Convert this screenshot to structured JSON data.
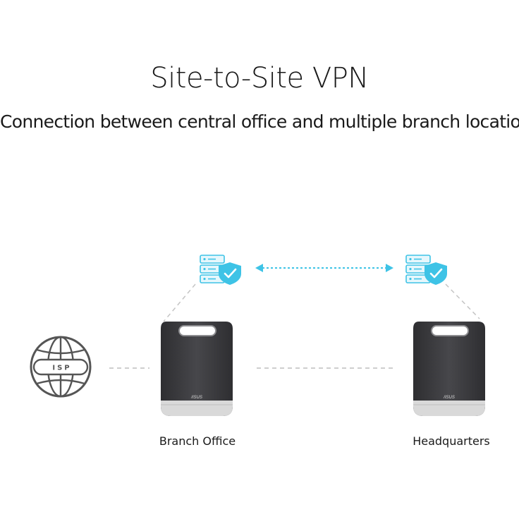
{
  "header": {
    "title": "Site-to-Site VPN",
    "subtitle": "Connection between central office and multiple branch location"
  },
  "nodes": {
    "isp": {
      "label": "ISP"
    },
    "branch": {
      "label": "Branch Office",
      "logo": "/ISUS"
    },
    "hq": {
      "label": "Headquarters",
      "logo": "/ISUS"
    }
  },
  "colors": {
    "accent": "#3ec3e6",
    "accent_light": "#e6f7fc",
    "device_body": "#3b3b3e",
    "device_base": "#d9d9d9",
    "line_gray": "#bdbdbd",
    "globe": "#555555"
  },
  "icons": {
    "server_shield": "server-shield-icon",
    "globe": "globe-icon",
    "arrow": "double-arrow-icon"
  }
}
